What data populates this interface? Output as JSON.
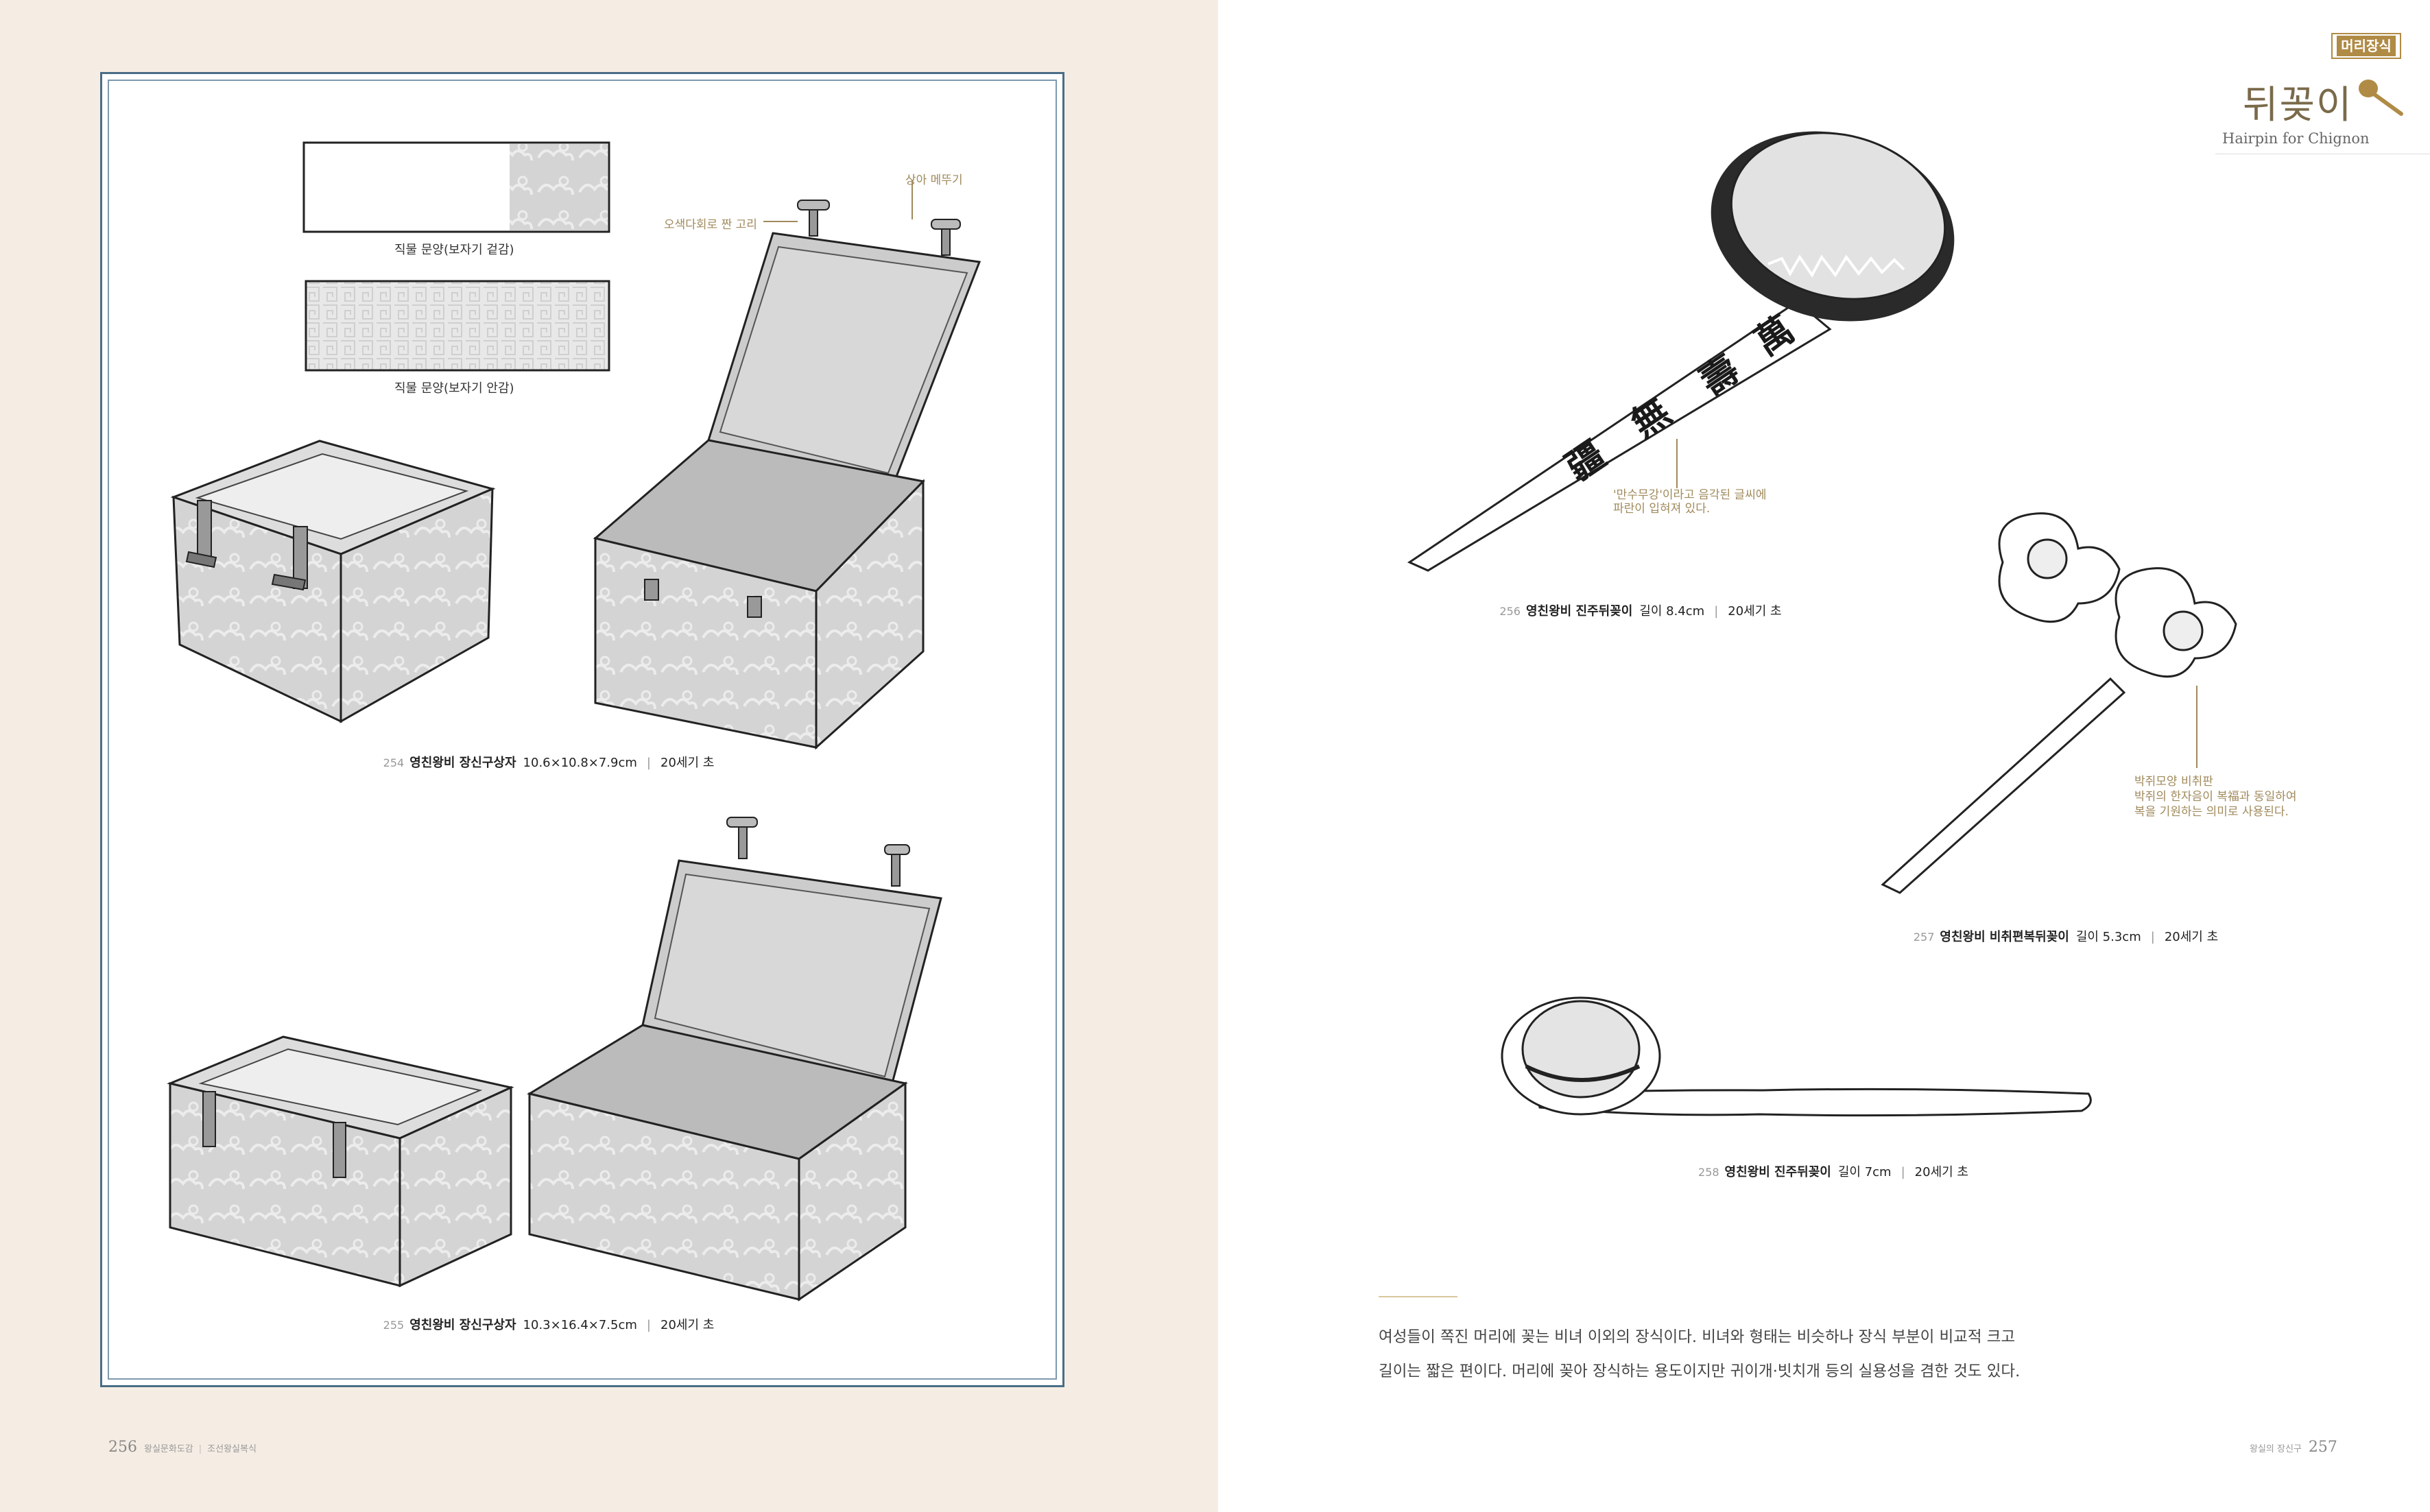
{
  "left_page": {
    "annotations": {
      "ivory_hook": "상아 메뚜기",
      "braided_loop": "오색다회로 짠 고리"
    },
    "labels": {
      "outer_fabric": "직물 문양(보자기 겉감)",
      "inner_fabric": "직물 문양(보자기 안감)"
    },
    "captions": [
      {
        "number": "254",
        "title": "영친왕비 장신구상자",
        "dims": "10.6×10.8×7.9cm",
        "era": "20세기 초"
      },
      {
        "number": "255",
        "title": "영친왕비 장신구상자",
        "dims": "10.3×16.4×7.5cm",
        "era": "20세기 초"
      }
    ],
    "folio": {
      "number": "256",
      "book": "왕실문화도감",
      "section": "조선왕실복식"
    }
  },
  "right_page": {
    "tag": "머리장식",
    "title": "뒤꽂이",
    "subtitle": "Hairpin for Chignon",
    "inscription_chars": [
      "萬",
      "壽",
      "無",
      "疆"
    ],
    "annotations": {
      "inscription_note_1": "'만수무강'이라고 음각된 글씨에",
      "inscription_note_2": "파란이 입혀져 있다.",
      "bat_note_1": "박쥐모양 비취판",
      "bat_note_2": "박쥐의 한자음이 복福과 동일하여",
      "bat_note_3": "복을 기원하는 의미로 사용된다."
    },
    "captions": [
      {
        "number": "256",
        "title": "영친왕비 진주뒤꽂이",
        "dims": "길이 8.4cm",
        "era": "20세기 초"
      },
      {
        "number": "257",
        "title": "영친왕비 비취편복뒤꽂이",
        "dims": "길이 5.3cm",
        "era": "20세기 초"
      },
      {
        "number": "258",
        "title": "영친왕비 진주뒤꽂이",
        "dims": "길이 7cm",
        "era": "20세기 초"
      }
    ],
    "body": [
      "여성들이 쪽진 머리에 꽂는 비녀 이외의 장식이다. 비녀와 형태는 비슷하나 장식 부분이 비교적 크고",
      "길이는 짧은 편이다. 머리에 꽂아 장식하는 용도이지만 귀이개·빗치개 등의 실용성을 겸한 것도 있다."
    ],
    "folio": {
      "number": "257",
      "section": "왕실의 장신구"
    }
  }
}
